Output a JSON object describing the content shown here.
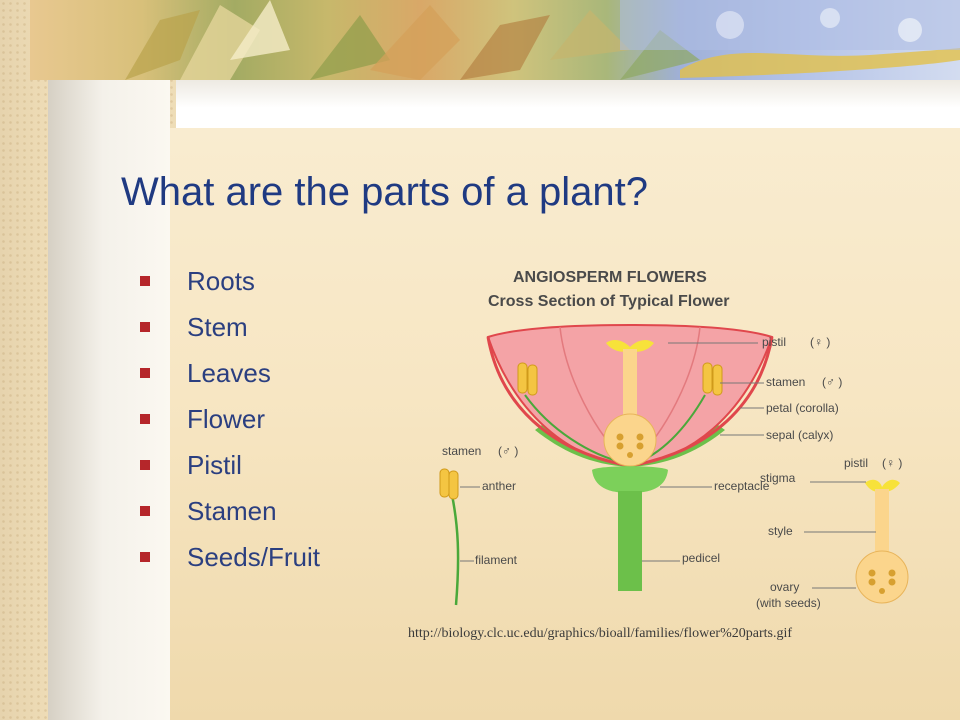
{
  "slide": {
    "title": "What are the parts of a plant?",
    "bullets": [
      "Roots",
      "Stem",
      "Leaves",
      "Flower",
      "Pistil",
      "Stamen",
      "Seeds/Fruit"
    ],
    "source_url": "http://biology.clc.uc.edu/graphics/bioall/families/flower%20parts.gif"
  },
  "diagram": {
    "heading": "ANGIOSPERM FLOWERS",
    "subheading": "Cross Section of Typical Flower",
    "labels": {
      "pistil": "pistil",
      "stamen": "stamen",
      "petal": "petal (corolla)",
      "sepal": "sepal (calyx)",
      "receptacle": "receptacle",
      "pedicel": "pedicel",
      "stamen_detail": "stamen",
      "anther": "anther",
      "filament": "filament",
      "pistil_detail": "pistil",
      "stigma": "stigma",
      "style": "style",
      "ovary_line1": "ovary",
      "ovary_line2": "(with seeds)",
      "female_symbol": "(♀ )",
      "male_symbol": "(♂ )"
    }
  },
  "colors": {
    "title": "#1f3a82",
    "bullet_text": "#2b3f80",
    "bullet_marker": "#b5262a",
    "petal": "#f4a3a6",
    "stem": "#6cc04a"
  },
  "icons": {
    "bullet": "square-bullet-icon"
  }
}
